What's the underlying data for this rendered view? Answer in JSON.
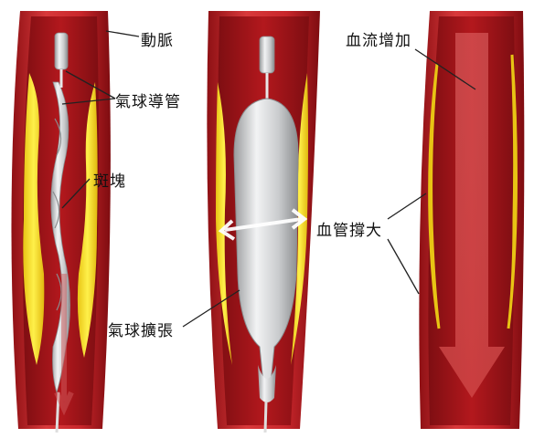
{
  "labels": {
    "artery": "動脈",
    "balloon_catheter": "氣球導管",
    "plaque": "斑塊",
    "balloon_dilation": "氣球擴張",
    "blood_flow_increase": "血流增加",
    "vessel_widened": "血管撐大"
  },
  "colors": {
    "vessel_wall": "#c8262b",
    "vessel_wall_dark": "#8e1014",
    "lumen": "#b01e22",
    "plaque": "#f0d820",
    "balloon": "#cfd1d3",
    "arrow": "#ffffff"
  }
}
